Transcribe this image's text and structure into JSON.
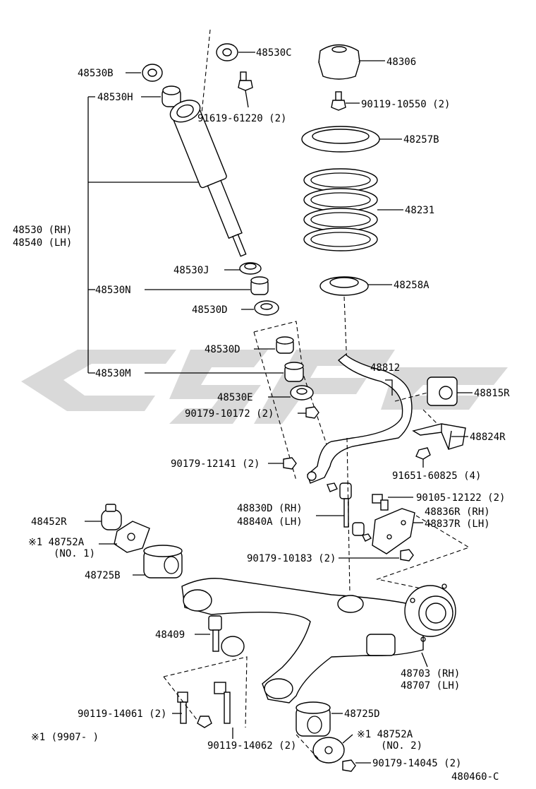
{
  "labels": {
    "l48530C": "48530C",
    "l48306": "48306",
    "l48530B": "48530B",
    "l48530H": "48530H",
    "l91619": "91619-61220 (2)",
    "l90119_10550": "90119-10550 (2)",
    "l48257B": "48257B",
    "l48231": "48231",
    "l48530rh": "48530 (RH)",
    "l48540lh": "48540 (LH)",
    "l48530J": "48530J",
    "l48530N": "48530N",
    "l48258A": "48258A",
    "l48530D_a": "48530D",
    "l48530D_b": "48530D",
    "l48812": "48812",
    "l48530M": "48530M",
    "l48815R": "48815R",
    "l48530E": "48530E",
    "l90179_10172": "90179-10172 (2)",
    "l48824R": "48824R",
    "l90179_12141": "90179-12141 (2)",
    "l91651": "91651-60825 (4)",
    "l90105": "90105-12122 (2)",
    "l48830D": "48830D (RH)",
    "l48840A": "48840A (LH)",
    "l48836R": "48836R (RH)",
    "l48837R": "48837R (LH)",
    "l48452R": "48452R",
    "l48752A_1": "※1 48752A",
    "l48752A_1no": "(NO. 1)",
    "l90179_10183": "90179-10183 (2)",
    "l48725B": "48725B",
    "l48409": "48409",
    "l48703": "48703 (RH)",
    "l48707": "48707 (LH)",
    "l90119_14061": "90119-14061 (2)",
    "l48725D": "48725D",
    "l48752A_2": "※1 48752A",
    "l48752A_2no": "(NO. 2)",
    "l9907": "※1 (9907-      )",
    "l90119_14062": "90119-14062 (2)",
    "l90179_14045": "90179-14045 (2)",
    "l480460C": "480460-C"
  }
}
